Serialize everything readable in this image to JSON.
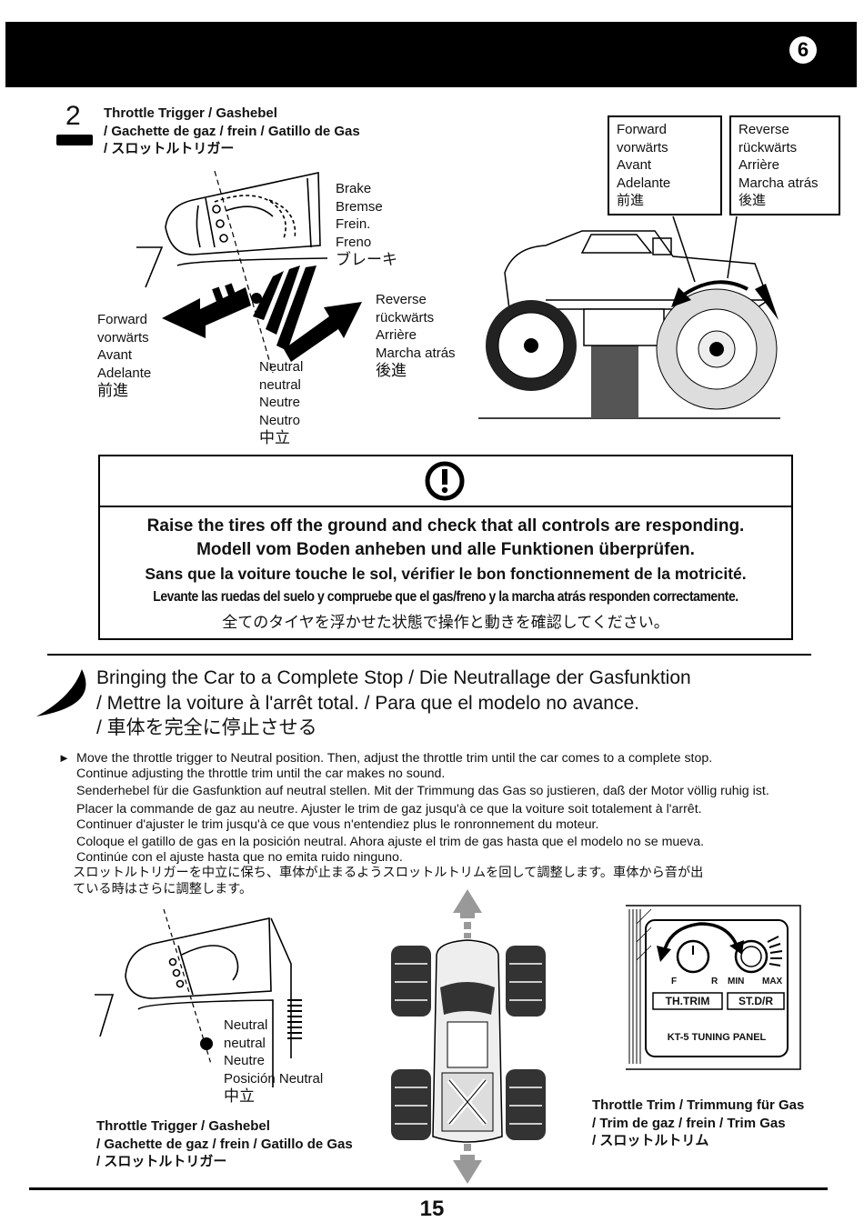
{
  "header": {
    "page_badge": "6"
  },
  "step": {
    "number": "2",
    "title_lines": [
      "Throttle Trigger / Gashebel",
      "/ Gachette de gaz / frein / Gatillo de Gas",
      "/ スロットルトリガー"
    ]
  },
  "trigger_diagram": {
    "brake": [
      "Brake",
      "Bremse",
      "Frein.",
      "Freno",
      "ブレーキ"
    ],
    "forward": [
      "Forward",
      "vorwärts",
      "Avant",
      "Adelante",
      "前進"
    ],
    "neutral": [
      "Neutral",
      "neutral",
      "Neutre",
      "Neutro",
      "中立"
    ],
    "reverse": [
      "Reverse",
      "rückwärts",
      "Arrière",
      "Marcha atrás",
      "後進"
    ]
  },
  "truck_diagram": {
    "forward": [
      "Forward",
      "vorwärts",
      "Avant",
      "Adelante",
      "前進"
    ],
    "reverse": [
      "Reverse",
      "rückwärts",
      "Arrière",
      "Marcha atrás",
      "後進"
    ]
  },
  "warning": {
    "icon": "exclamation-icon",
    "lines": [
      "Raise the tires off the ground and check that all controls are responding.",
      "Modell vom Boden anheben und alle Funktionen überprüfen.",
      "Sans que la voiture touche le sol, vérifier le bon fonctionnement de la motricité.",
      "Levante las ruedas del suelo y compruebe que el gas/freno y la marcha atrás responden correctamente.",
      "全てのタイヤを浮かせた状態で操作と動きを確認してください。"
    ]
  },
  "section": {
    "title_lines": [
      "Bringing the Car to a Complete Stop / Die Neutrallage der Gasfunktion",
      "/ Mettre la voiture à l'arrêt total. / Para que el modelo no avance.",
      "/ 車体を完全に停止させる"
    ],
    "bullet": "►",
    "paragraphs": [
      [
        "Move the throttle trigger to Neutral position. Then, adjust the throttle trim until the car comes to a complete stop.",
        "Continue adjusting the throttle trim until the car makes no sound."
      ],
      [
        "Senderhebel für die Gasfunktion auf neutral stellen. Mit der Trimmung das Gas so justieren, daß der Motor völlig ruhig ist."
      ],
      [
        "Placer la commande de gaz au neutre. Ajuster le trim de gaz jusqu'à ce que la voiture soit totalement à l'arrêt.",
        "Continuer d'ajuster le trim jusqu'à ce que vous n'entendiez plus le ronronnement du moteur."
      ],
      [
        "Coloque el gatillo de gas en la posición neutral. Ahora ajuste el trim de gas hasta que el modelo no se mueva.",
        "Continúe con el ajuste hasta que no emita ruido ninguno."
      ],
      [
        "スロットルトリガーを中立に保ち、車体が止まるようスロットルトリムを回して調整します。車体から音が出",
        "ている時はさらに調整します。"
      ]
    ]
  },
  "neutral_diagram": {
    "labels": [
      "Neutral",
      "neutral",
      "Neutre",
      "Posición Neutral",
      "中立"
    ],
    "caption": [
      "Throttle Trigger / Gashebel",
      "/ Gachette de gaz / frein / Gatillo de Gas",
      "/ スロットルトリガー"
    ]
  },
  "tuning_panel": {
    "f": "F",
    "r": "R",
    "min": "MIN",
    "max": "MAX",
    "th_trim": "TH.TRIM",
    "st_dr": "ST.D/R",
    "panel_name": "KT-5 TUNING PANEL",
    "caption": [
      "Throttle Trim / Trimmung für Gas",
      "/ Trim de gaz / frein / Trim Gas",
      "/ スロットルトリム"
    ]
  },
  "footer": {
    "page_number": "15"
  }
}
